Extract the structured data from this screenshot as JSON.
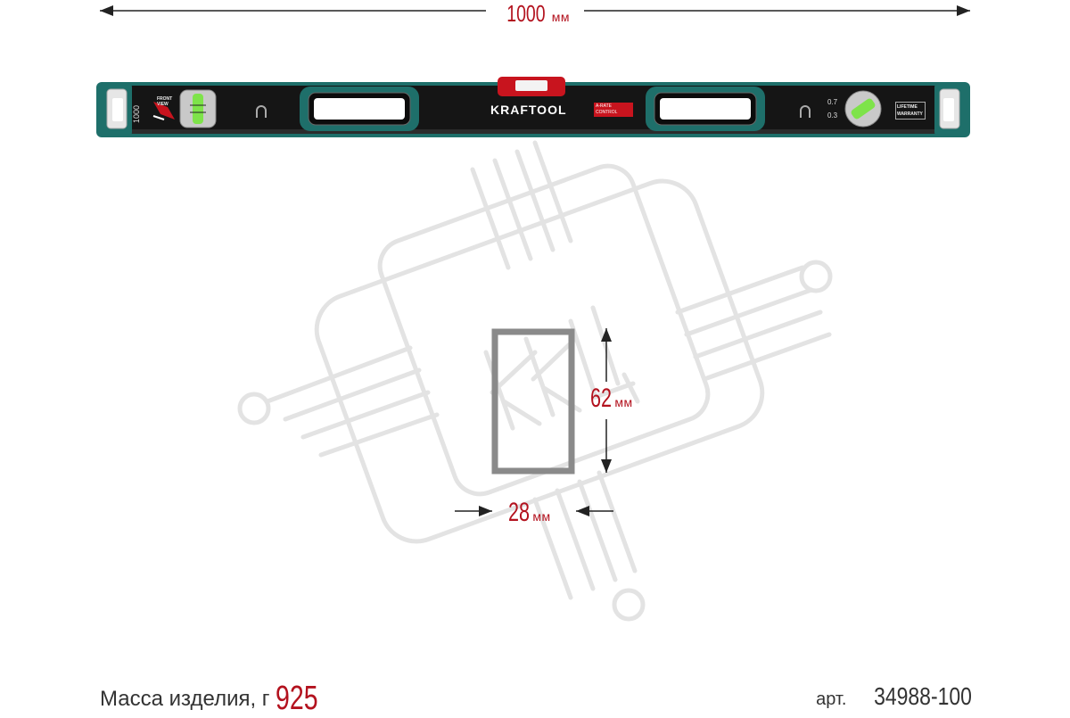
{
  "dimensions": {
    "length_value": "1000",
    "length_unit": "мм",
    "height_value": "62",
    "height_unit": "мм",
    "width_value": "28",
    "width_unit": "мм"
  },
  "level": {
    "brand": "KRAFTOOL",
    "size_mark": "1000",
    "front_view_label": "FRONT VIEW",
    "arate_label": "A-RATE CONTROL",
    "accuracy_top": "0.7",
    "accuracy_bottom": "0.3",
    "warranty_label": "LIFETIME WARRANTY"
  },
  "watermark": {
    "text": "КИЦ"
  },
  "footer": {
    "mass_label": "Масса изделия, г",
    "mass_value": "925",
    "article_label": "арт.",
    "article_value": "34988-100"
  },
  "colors": {
    "accent_red": "#b3121e",
    "level_body": "#151515",
    "teal": "#1e6f6a",
    "vial_green": "#7ee34a",
    "watermark_gray": "#e3e3e3",
    "profile_gray": "#8a8a8a"
  }
}
